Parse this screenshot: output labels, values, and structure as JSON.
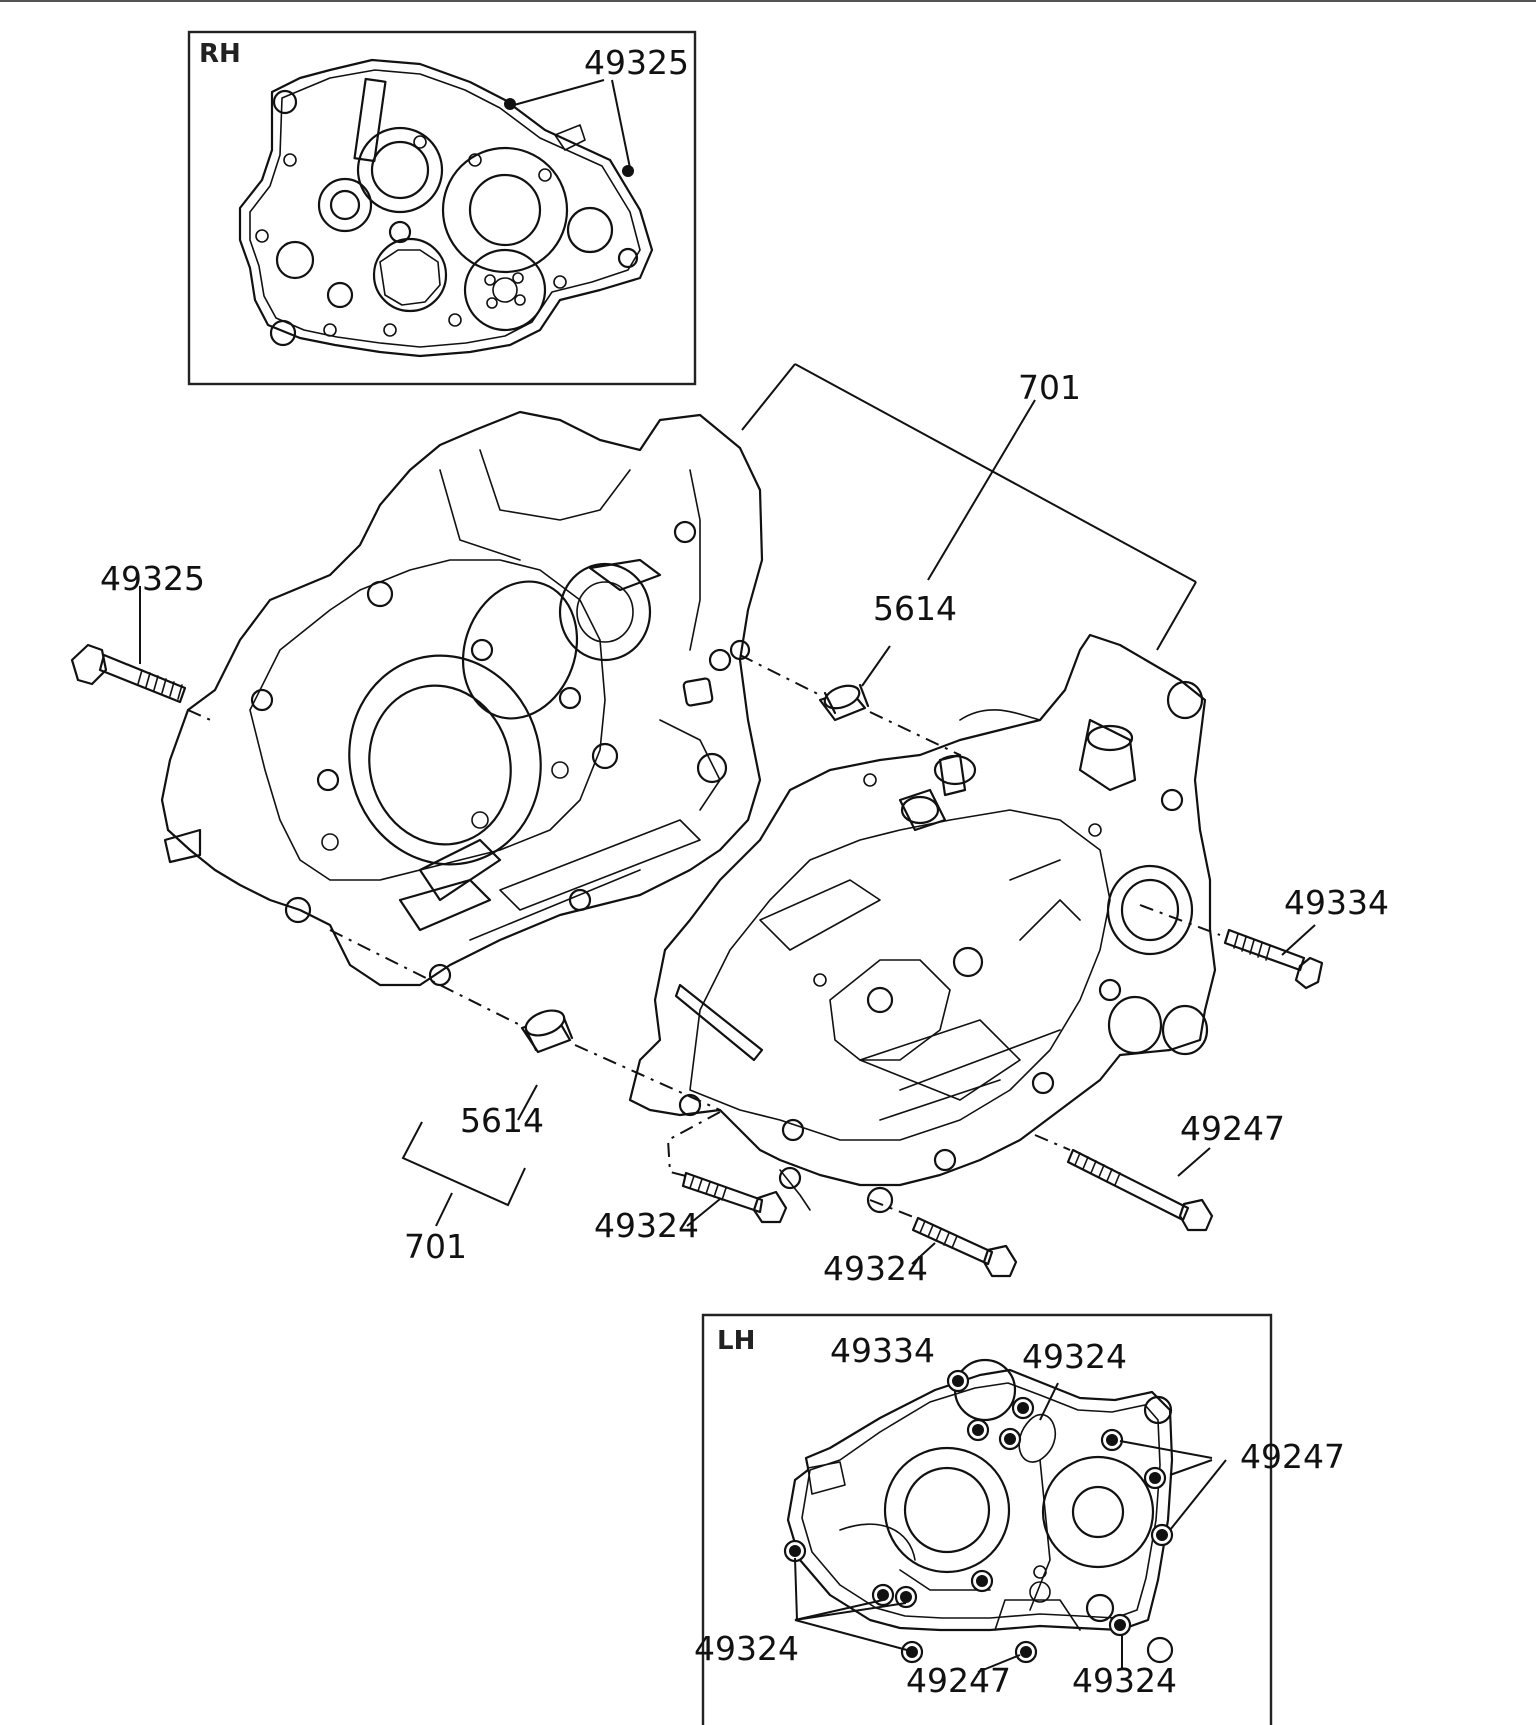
{
  "inset_rh": {
    "label": "RH",
    "callouts": [
      "49325"
    ]
  },
  "inset_lh": {
    "label": "LH",
    "callouts": [
      "49334",
      "49324",
      "49247",
      "49324",
      "49247",
      "49324"
    ]
  },
  "main": {
    "callouts": {
      "assembly_top": "701",
      "dowel_top": "5614",
      "bolt_left": "49325",
      "bolt_right": "49334",
      "dowel_bottom": "5614",
      "assembly_bottom": "701",
      "bolt_lower_left": "49324",
      "bolt_lower_mid": "49324",
      "bolt_lower_right": "49247"
    }
  }
}
